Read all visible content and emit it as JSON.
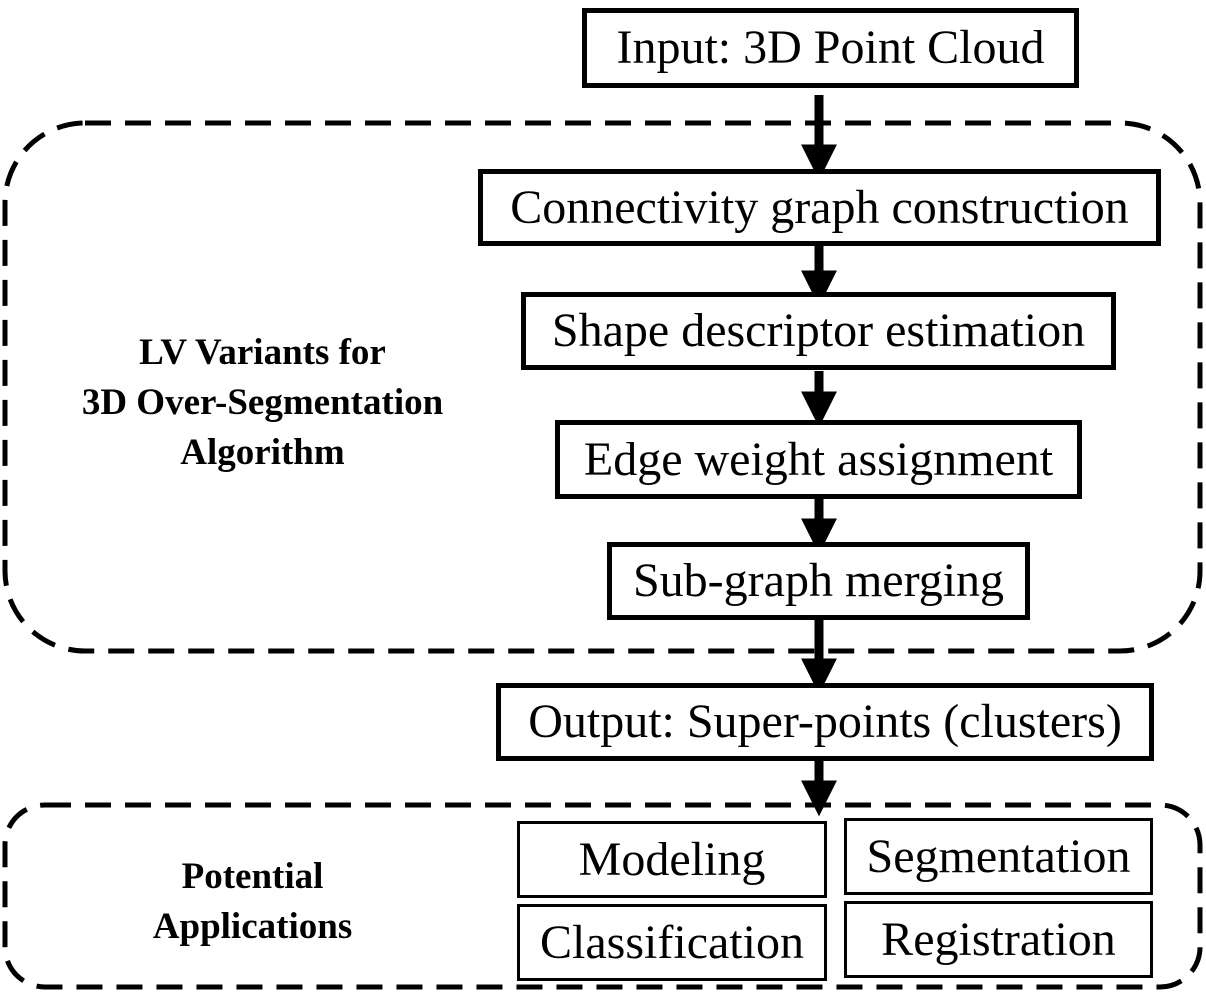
{
  "diagram": {
    "input": "Input: 3D Point Cloud",
    "group_label": [
      "LV Variants for",
      "3D Over-Segmentation",
      "Algorithm"
    ],
    "steps": [
      "Connectivity graph construction",
      "Shape descriptor estimation",
      "Edge weight assignment",
      "Sub-graph merging"
    ],
    "output": "Output: Super-points (clusters)",
    "applications_label": [
      "Potential",
      "Applications"
    ],
    "applications": [
      "Modeling",
      "Segmentation",
      "Classification",
      "Registration"
    ]
  }
}
